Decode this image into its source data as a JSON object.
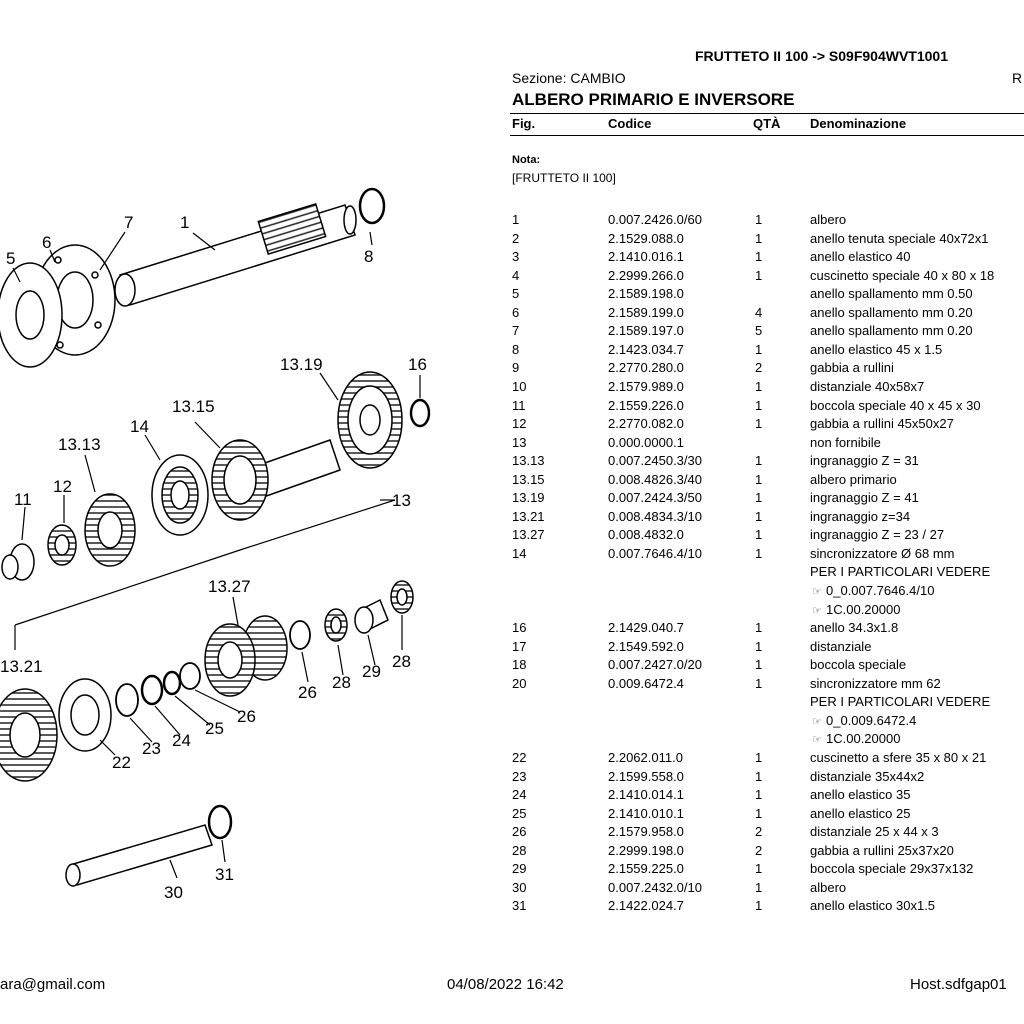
{
  "header": {
    "model": "FRUTTETO II 100 -> S09F904WVT1001",
    "section": "Sezione: CAMBIO",
    "page_letter": "R",
    "title": "ALBERO PRIMARIO E INVERSORE"
  },
  "columns": {
    "fig": "Fig.",
    "code": "Codice",
    "qty": "QTÀ",
    "desc": "Denominazione"
  },
  "note": {
    "label": "Nota:",
    "text": "[FRUTTETO II 100]"
  },
  "parts": [
    {
      "fig": "1",
      "code": "0.007.2426.0/60",
      "qty": "1",
      "desc": "albero"
    },
    {
      "fig": "2",
      "code": "2.1529.088.0",
      "qty": "1",
      "desc": "anello tenuta speciale 40x72x1"
    },
    {
      "fig": "3",
      "code": "2.1410.016.1",
      "qty": "1",
      "desc": "anello elastico 40"
    },
    {
      "fig": "4",
      "code": "2.2999.266.0",
      "qty": "1",
      "desc": "cuscinetto speciale 40 x 80 x 18"
    },
    {
      "fig": "5",
      "code": "2.1589.198.0",
      "qty": "",
      "desc": "anello spallamento mm 0.50"
    },
    {
      "fig": "6",
      "code": "2.1589.199.0",
      "qty": "4",
      "desc": "anello spallamento mm 0.20"
    },
    {
      "fig": "7",
      "code": "2.1589.197.0",
      "qty": "5",
      "desc": "anello spallamento mm 0.20"
    },
    {
      "fig": "8",
      "code": "2.1423.034.7",
      "qty": "1",
      "desc": "anello elastico 45 x 1.5"
    },
    {
      "fig": "9",
      "code": "2.2770.280.0",
      "qty": "2",
      "desc": "gabbia a rullini"
    },
    {
      "fig": "10",
      "code": "2.1579.989.0",
      "qty": "1",
      "desc": "distanziale 40x58x7"
    },
    {
      "fig": "11",
      "code": "2.1559.226.0",
      "qty": "1",
      "desc": "boccola speciale 40 x 45 x 30"
    },
    {
      "fig": "12",
      "code": "2.2770.082.0",
      "qty": "1",
      "desc": "gabbia a rullini 45x50x27"
    },
    {
      "fig": "13",
      "code": "0.000.0000.1",
      "qty": "",
      "desc": "non fornibile"
    },
    {
      "fig": "13.13",
      "code": "0.007.2450.3/30",
      "qty": "1",
      "desc": "ingranaggio Z = 31"
    },
    {
      "fig": "13.15",
      "code": "0.008.4826.3/40",
      "qty": "1",
      "desc": "albero primario"
    },
    {
      "fig": "13.19",
      "code": "0.007.2424.3/50",
      "qty": "1",
      "desc": "ingranaggio Z = 41"
    },
    {
      "fig": "13.21",
      "code": "0.008.4834.3/10",
      "qty": "1",
      "desc": "ingranaggio z=34"
    },
    {
      "fig": "13.27",
      "code": "0.008.4832.0",
      "qty": "1",
      "desc": "ingranaggio Z = 23 / 27"
    },
    {
      "fig": "14",
      "code": "0.007.7646.4/10",
      "qty": "1",
      "desc": "sincronizzatore Ø 68 mm"
    },
    {
      "fig": "",
      "code": "",
      "qty": "",
      "desc": "PER I PARTICOLARI VEDERE"
    },
    {
      "fig": "",
      "code": "",
      "qty": "",
      "desc": "0_0.007.7646.4/10",
      "ref": true
    },
    {
      "fig": "",
      "code": "",
      "qty": "",
      "desc": "1C.00.20000",
      "ref": true
    },
    {
      "fig": "16",
      "code": "2.1429.040.7",
      "qty": "1",
      "desc": "anello 34.3x1.8"
    },
    {
      "fig": "17",
      "code": "2.1549.592.0",
      "qty": "1",
      "desc": "distanziale"
    },
    {
      "fig": "18",
      "code": "0.007.2427.0/20",
      "qty": "1",
      "desc": "boccola speciale"
    },
    {
      "fig": "20",
      "code": "0.009.6472.4",
      "qty": "1",
      "desc": "sincronizzatore mm 62"
    },
    {
      "fig": "",
      "code": "",
      "qty": "",
      "desc": "PER I PARTICOLARI VEDERE"
    },
    {
      "fig": "",
      "code": "",
      "qty": "",
      "desc": "0_0.009.6472.4",
      "ref": true
    },
    {
      "fig": "",
      "code": "",
      "qty": "",
      "desc": "1C.00.20000",
      "ref": true
    },
    {
      "fig": "22",
      "code": "2.2062.011.0",
      "qty": "1",
      "desc": "cuscinetto a sfere 35 x 80 x 21"
    },
    {
      "fig": "23",
      "code": "2.1599.558.0",
      "qty": "1",
      "desc": "distanziale 35x44x2"
    },
    {
      "fig": "24",
      "code": "2.1410.014.1",
      "qty": "1",
      "desc": "anello elastico 35"
    },
    {
      "fig": "25",
      "code": "2.1410.010.1",
      "qty": "1",
      "desc": "anello elastico 25"
    },
    {
      "fig": "26",
      "code": "2.1579.958.0",
      "qty": "2",
      "desc": "distanziale 25 x 44 x 3"
    },
    {
      "fig": "28",
      "code": "2.2999.198.0",
      "qty": "2",
      "desc": "gabbia a rullini 25x37x20"
    },
    {
      "fig": "29",
      "code": "2.1559.225.0",
      "qty": "1",
      "desc": "boccola speciale 29x37x132"
    },
    {
      "fig": "30",
      "code": "0.007.2432.0/10",
      "qty": "1",
      "desc": "albero"
    },
    {
      "fig": "31",
      "code": "2.1422.024.7",
      "qty": "1",
      "desc": "anello elastico 30x1.5"
    }
  ],
  "diagram_labels": [
    "1",
    "5",
    "6",
    "7",
    "8",
    "11",
    "12",
    "13",
    "13.13",
    "14",
    "13.15",
    "13.19",
    "16",
    "13.27",
    "13.21",
    "22",
    "23",
    "24",
    "25",
    "26",
    "26",
    "28",
    "29",
    "28",
    "30",
    "31"
  ],
  "footer": {
    "email": "ara@gmail.com",
    "datetime": "04/08/2022 16:42",
    "host": "Host.sdfgap01"
  }
}
